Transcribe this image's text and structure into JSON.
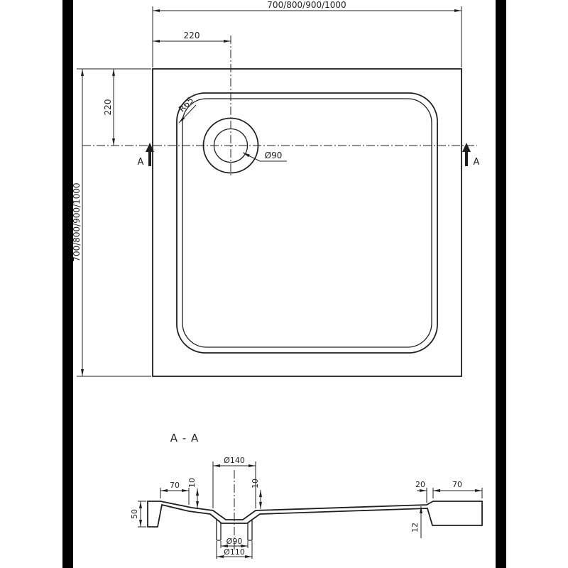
{
  "colors": {
    "background": "#ffffff",
    "line": "#1f1f1f",
    "side_bars": "#000000"
  },
  "top_view": {
    "width_dim": "700/800/900/1000",
    "height_dim": "700/800/900/1000",
    "offset_horizontal": "220",
    "offset_vertical": "220",
    "corner_radius": "R65",
    "drain_diameter": "Ø90",
    "section_marker_left": "A",
    "section_marker_right": "A"
  },
  "section_view": {
    "title": "A - A",
    "funnel_diameter": "Ø140",
    "left_lip_width": "70",
    "left_drop": "10",
    "funnel_drop": "10",
    "right_step": "20",
    "right_lip_width": "70",
    "left_height": "50",
    "right_height": "12",
    "drain_inner_diameter": "Ø90",
    "drain_outer_diameter": "Ø110"
  }
}
